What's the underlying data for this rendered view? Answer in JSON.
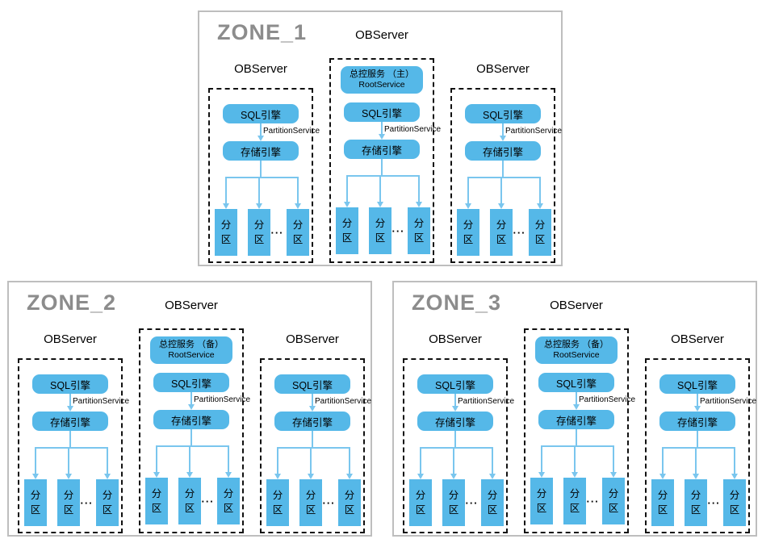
{
  "zones": [
    {
      "title": "ZONE_1",
      "servers": [
        {
          "heading": "OBServer"
        },
        {
          "heading": "OBServer",
          "root": {
            "line1": "总控服务 （主）",
            "line2": "RootService"
          }
        },
        {
          "heading": "OBServer"
        }
      ]
    },
    {
      "title": "ZONE_2",
      "servers": [
        {
          "heading": "OBServer"
        },
        {
          "heading": "OBServer",
          "root": {
            "line1": "总控服务 （备）",
            "line2": "RootService"
          }
        },
        {
          "heading": "OBServer"
        }
      ]
    },
    {
      "title": "ZONE_3",
      "servers": [
        {
          "heading": "OBServer"
        },
        {
          "heading": "OBServer",
          "root": {
            "line1": "总控服务 （备）",
            "line2": "RootService"
          }
        },
        {
          "heading": "OBServer"
        }
      ]
    }
  ],
  "labels": {
    "sql_engine": "SQL引擎",
    "partition_service": "PartitionService",
    "storage_engine": "存储引擎",
    "partition_top": "分",
    "partition_bottom": "区",
    "ellipsis": "···"
  },
  "colors": {
    "node_fill": "#55B8E8",
    "connector": "#7AC6EE",
    "zone_title": "#8C8C8C",
    "zone_border": "#BEBEBE",
    "group_border": "#111111"
  }
}
